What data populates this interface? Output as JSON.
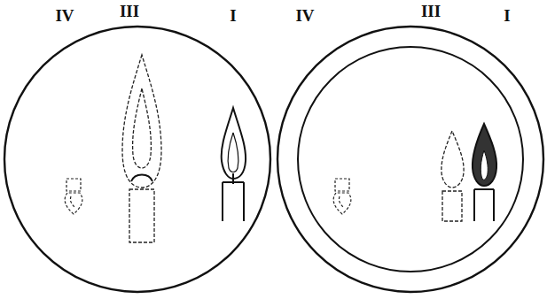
{
  "diagram": {
    "labels": [
      "IV",
      "III",
      "I",
      "IV",
      "III",
      "I"
    ]
  }
}
